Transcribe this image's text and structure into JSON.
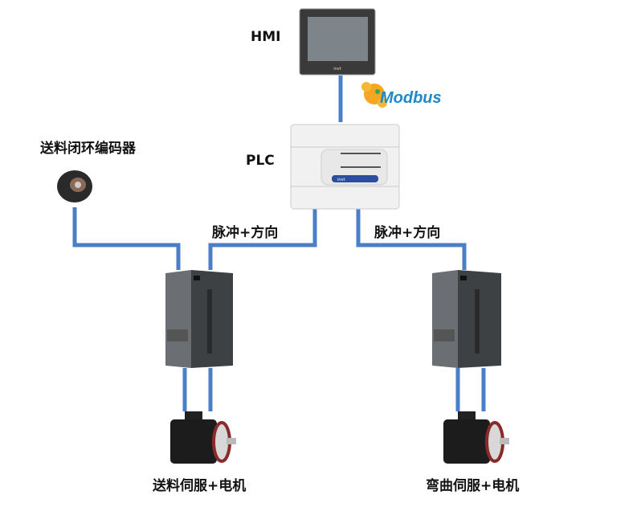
{
  "labels": {
    "hmi": "HMI",
    "plc": "PLC",
    "encoder": "送料闭环编码器",
    "pulse_left": "脉冲+方向",
    "pulse_right": "脉冲+方向",
    "servo_left": "送料伺服+电机",
    "servo_right": "弯曲伺服+电机"
  },
  "logo": {
    "modbus": "Modbus",
    "brand": "invt"
  },
  "colors": {
    "wire": "#4a7fc8",
    "modbus_text": "#1e88c8",
    "modbus_logo": "#f5a623"
  }
}
